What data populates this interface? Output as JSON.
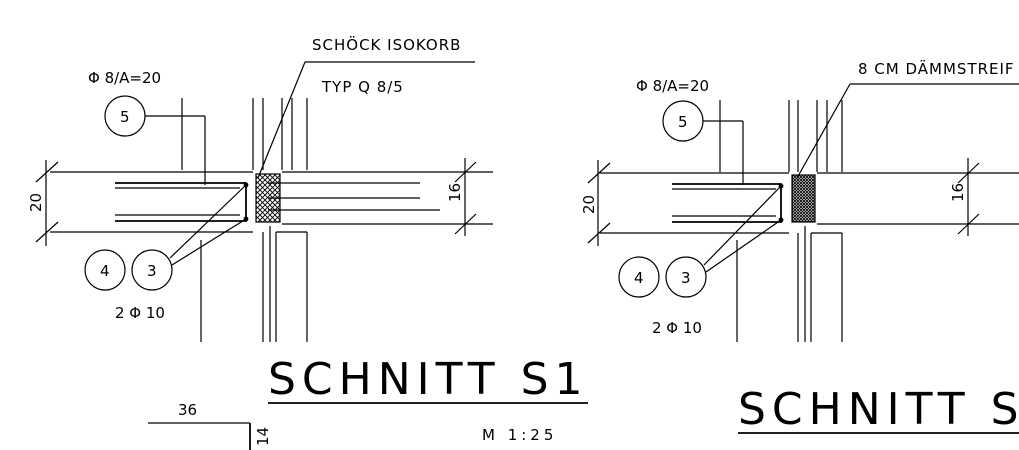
{
  "left": {
    "callout_title_line1": "SCHÖCK ISOKORB",
    "callout_title_line2": "TYP Q 8/5",
    "rebar_label_top": "Φ 8/A=20",
    "rebar_label_bottom": "2 Φ 10",
    "circle_5": "5",
    "circle_4": "4",
    "circle_3": "3",
    "dim_slab_left": "20",
    "dim_slab_right": "16",
    "section_title": "SCHNITT S1",
    "scale": "M 1:25",
    "dim_bottom_36": "36",
    "dim_bottom_14": "14"
  },
  "right": {
    "callout_title": "8 CM DÄMMSTREIF",
    "rebar_label_top": "Φ 8/A=20",
    "rebar_label_bottom": "2 Φ 10",
    "circle_5": "5",
    "circle_4": "4",
    "circle_3": "3",
    "dim_slab_left": "20",
    "dim_slab_right": "16",
    "section_title": "SCHNITT S"
  }
}
